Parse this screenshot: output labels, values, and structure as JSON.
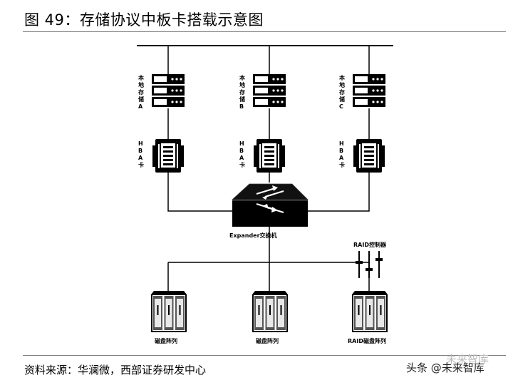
{
  "figure": {
    "title": "图 49：存储协议中板卡搭载示意图",
    "source": "资料来源：华澜微，西部证券研发中心"
  },
  "watermark": {
    "text": "头条 @未来智库",
    "ghost_text": "未来智库"
  },
  "diagram": {
    "storage_nodes": [
      {
        "label": "本地存储A",
        "hba_label": "HBA卡"
      },
      {
        "label": "本地存储B",
        "hba_label": "HBA卡"
      },
      {
        "label": "本地存储C",
        "hba_label": "HBA卡"
      }
    ],
    "switch_label": "Expander交换机",
    "raid_controller_label": "RAID控制器",
    "disk_arrays": [
      {
        "label": "磁盘阵列"
      },
      {
        "label": "磁盘阵列"
      },
      {
        "label": "RAID磁盘阵列"
      }
    ],
    "icons": [
      "server-stack-icon",
      "hba-card-icon",
      "network-switch-icon",
      "raid-controller-icon",
      "disk-array-icon"
    ],
    "colors": {
      "line": "#000000",
      "device_fill": "#000000",
      "device_light": "#ffffff",
      "rule": "#7f7f7f"
    }
  }
}
